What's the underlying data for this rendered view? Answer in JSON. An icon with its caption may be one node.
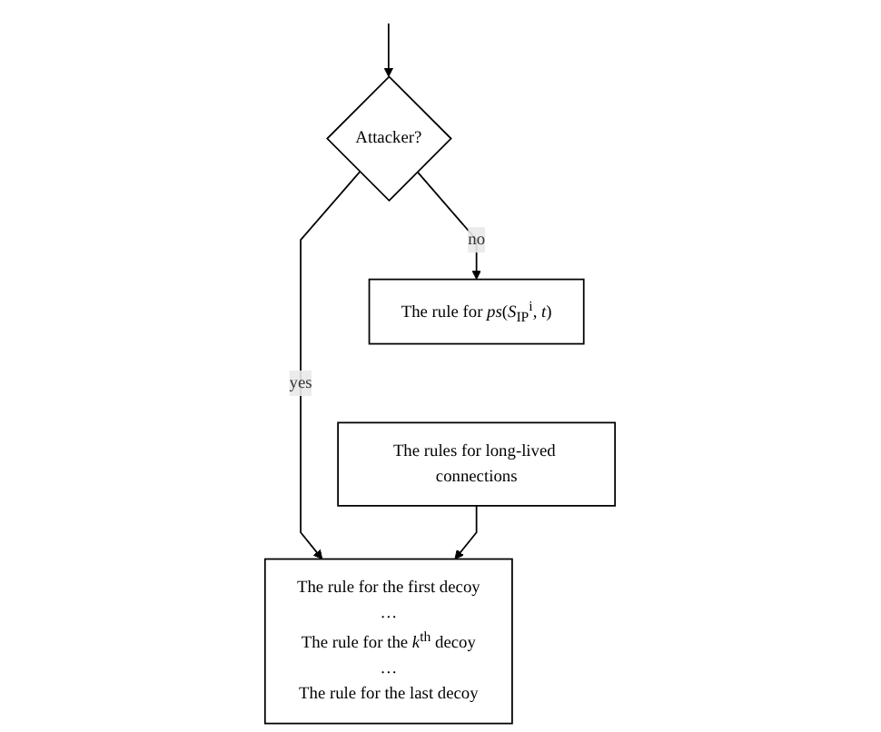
{
  "diagram": {
    "nodes": [
      {
        "text": [
          "Attacker?"
        ]
      },
      {
        "text": [
          "The rule for *ps*(*S*$_{IP}$$^{i}$, *t*)"
        ]
      },
      {
        "text": [
          "The rules for long-lived connections"
        ]
      },
      {
        "text": [
          "The rule for the first decoy",
          "…",
          "The rule for the *k*$^{th}$ decoy",
          "…",
          "The rule for the last decoy"
        ]
      }
    ],
    "edges": [
      {
        "from": null,
        "to": 0,
        "arrow": "to"
      },
      {
        "from": 0,
        "to": 3,
        "label": "yes",
        "arrow": "to"
      },
      {
        "from": 0,
        "to": 1,
        "label": "no",
        "arrow": "to"
      },
      {
        "from": 2,
        "to": 3,
        "arrow": "to"
      }
    ]
  }
}
